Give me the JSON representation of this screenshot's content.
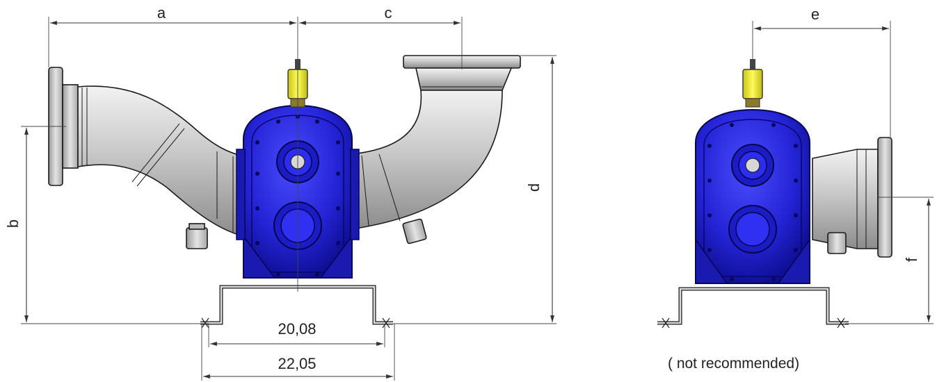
{
  "dimensions": {
    "a": "a",
    "b": "b",
    "c": "c",
    "d": "d",
    "e": "e",
    "f": "f",
    "width_inner": "20,08",
    "width_outer": "22,05"
  },
  "note": "( not recommended)",
  "colors": {
    "pump_body": "#2323d8",
    "pump_dark": "#0a0a7a",
    "pipe": "#c9c9c9",
    "sensor": "#f2ee2a",
    "line": "#333333"
  }
}
